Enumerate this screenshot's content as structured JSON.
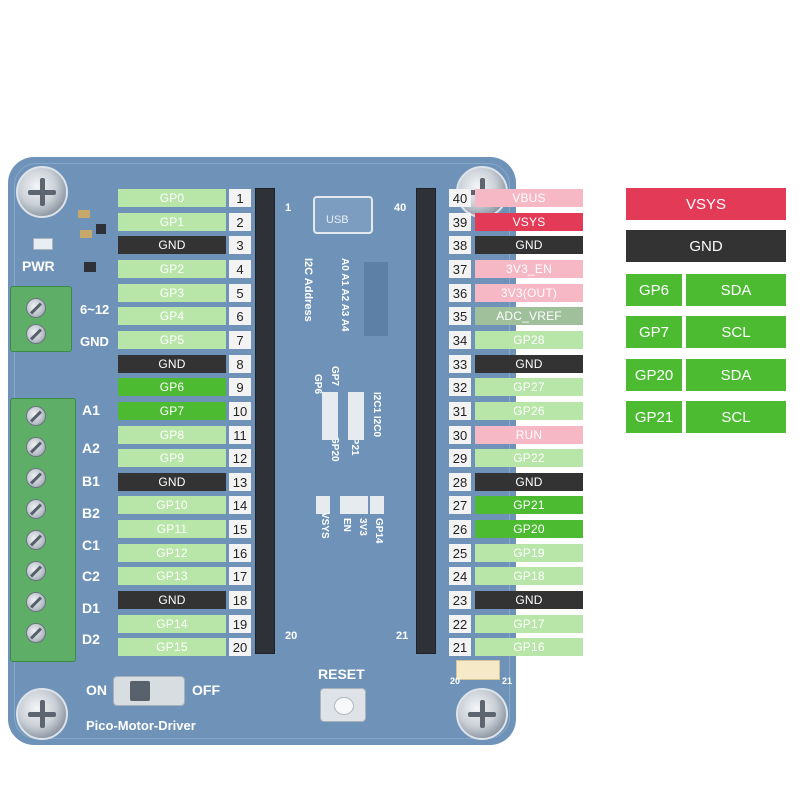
{
  "colors": {
    "board": "#6f93b8",
    "gpio_faded": "#b8e6a8",
    "gpio_active": "#4cbb32",
    "gnd": "#333333",
    "power_faded": "#f5b8c4",
    "power_active": "#e33a58",
    "adc_vref": "#9fc09b",
    "pin_number_bg": "#f3f3f3",
    "text_on_faded": "#ffffff",
    "text_on_dark": "#ffffff"
  },
  "left_pins": [
    {
      "label": "GP0",
      "num": "1",
      "kind": "gpio_faded"
    },
    {
      "label": "GP1",
      "num": "2",
      "kind": "gpio_faded"
    },
    {
      "label": "GND",
      "num": "3",
      "kind": "gnd"
    },
    {
      "label": "GP2",
      "num": "4",
      "kind": "gpio_faded"
    },
    {
      "label": "GP3",
      "num": "5",
      "kind": "gpio_faded"
    },
    {
      "label": "GP4",
      "num": "6",
      "kind": "gpio_faded"
    },
    {
      "label": "GP5",
      "num": "7",
      "kind": "gpio_faded"
    },
    {
      "label": "GND",
      "num": "8",
      "kind": "gnd"
    },
    {
      "label": "GP6",
      "num": "9",
      "kind": "gpio_active"
    },
    {
      "label": "GP7",
      "num": "10",
      "kind": "gpio_active"
    },
    {
      "label": "GP8",
      "num": "11",
      "kind": "gpio_faded"
    },
    {
      "label": "GP9",
      "num": "12",
      "kind": "gpio_faded"
    },
    {
      "label": "GND",
      "num": "13",
      "kind": "gnd"
    },
    {
      "label": "GP10",
      "num": "14",
      "kind": "gpio_faded"
    },
    {
      "label": "GP11",
      "num": "15",
      "kind": "gpio_faded"
    },
    {
      "label": "GP12",
      "num": "16",
      "kind": "gpio_faded"
    },
    {
      "label": "GP13",
      "num": "17",
      "kind": "gpio_faded"
    },
    {
      "label": "GND",
      "num": "18",
      "kind": "gnd"
    },
    {
      "label": "GP14",
      "num": "19",
      "kind": "gpio_faded"
    },
    {
      "label": "GP15",
      "num": "20",
      "kind": "gpio_faded"
    }
  ],
  "right_pins": [
    {
      "label": "VBUS",
      "num": "40",
      "kind": "power_faded"
    },
    {
      "label": "VSYS",
      "num": "39",
      "kind": "power_active"
    },
    {
      "label": "GND",
      "num": "38",
      "kind": "gnd"
    },
    {
      "label": "3V3_EN",
      "num": "37",
      "kind": "power_faded"
    },
    {
      "label": "3V3(OUT)",
      "num": "36",
      "kind": "power_faded"
    },
    {
      "label": "ADC_VREF",
      "num": "35",
      "kind": "adc_vref"
    },
    {
      "label": "GP28",
      "num": "34",
      "kind": "gpio_faded"
    },
    {
      "label": "GND",
      "num": "33",
      "kind": "gnd"
    },
    {
      "label": "GP27",
      "num": "32",
      "kind": "gpio_faded"
    },
    {
      "label": "GP26",
      "num": "31",
      "kind": "gpio_faded"
    },
    {
      "label": "RUN",
      "num": "30",
      "kind": "power_faded"
    },
    {
      "label": "GP22",
      "num": "29",
      "kind": "gpio_faded"
    },
    {
      "label": "GND",
      "num": "28",
      "kind": "gnd"
    },
    {
      "label": "GP21",
      "num": "27",
      "kind": "gpio_active"
    },
    {
      "label": "GP20",
      "num": "26",
      "kind": "gpio_active"
    },
    {
      "label": "GP19",
      "num": "25",
      "kind": "gpio_faded"
    },
    {
      "label": "GP18",
      "num": "24",
      "kind": "gpio_faded"
    },
    {
      "label": "GND",
      "num": "23",
      "kind": "gnd"
    },
    {
      "label": "GP17",
      "num": "22",
      "kind": "gpio_faded"
    },
    {
      "label": "GP16",
      "num": "21",
      "kind": "gpio_faded"
    }
  ],
  "legend": [
    {
      "type": "single",
      "label": "VSYS",
      "kind": "power_active"
    },
    {
      "type": "single",
      "label": "GND",
      "kind": "gnd"
    },
    {
      "type": "pair",
      "pin": "GP6",
      "func": "SDA",
      "kind": "gpio_active"
    },
    {
      "type": "pair",
      "pin": "GP7",
      "func": "SCL",
      "kind": "gpio_active"
    },
    {
      "type": "pair",
      "pin": "GP20",
      "func": "SDA",
      "kind": "gpio_active"
    },
    {
      "type": "pair",
      "pin": "GP21",
      "func": "SCL",
      "kind": "gpio_active"
    }
  ],
  "board_labels": {
    "pwr": "PWR",
    "voltage": "6~12",
    "gnd": "GND",
    "motor_ports": [
      "A1",
      "A2",
      "B1",
      "B2",
      "C1",
      "C2",
      "D1",
      "D2"
    ],
    "switch_on": "ON",
    "switch_off": "OFF",
    "product_name": "Pico-Motor-Driver",
    "reset": "RESET",
    "usb": "USB",
    "header_left_top": "1",
    "header_left_bottom": "20",
    "header_right_top": "40",
    "header_right_bottom": "21",
    "i2c_address": "I2C Address",
    "address_bits": "A0 A1 A2 A3 A4",
    "i2c_select": "I2C1 I2C0",
    "jumper_gp6": "GP6",
    "jumper_gp7": "GP7",
    "jumper_gp21": "GP21",
    "jumper_gp20": "GP20",
    "vsys": "VSYS",
    "en": "EN",
    "v3": "3V3",
    "gp14": "GP14",
    "connector_left": "20",
    "connector_right": "21"
  }
}
